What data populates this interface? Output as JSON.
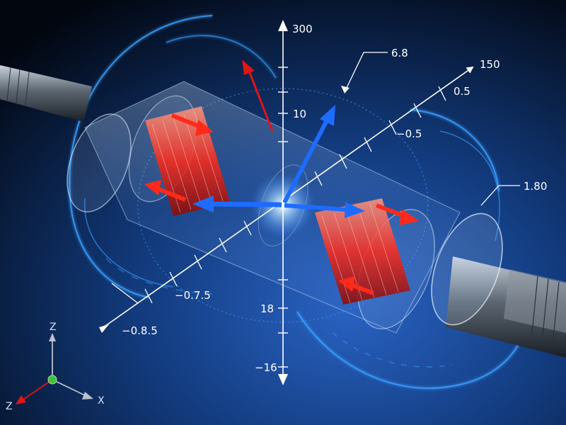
{
  "vertical_axis": {
    "top_label": "300",
    "ticks": [
      "10",
      "18",
      "−16"
    ]
  },
  "callouts": {
    "upper": "6.8",
    "right_end": "1.80"
  },
  "diagonal_axis": {
    "end_label": "150",
    "labels": [
      "0.5",
      "−0.5",
      "−0.7.5",
      "−0.8.5"
    ]
  },
  "triad": {
    "z": "Z",
    "x": "X",
    "y": "Z"
  },
  "colors": {
    "background_top": "#02060f",
    "background_bottom": "#1d4a9a",
    "field_line": "#3aa0ff",
    "force_red": "#e01515",
    "force_blue": "#1e6cff",
    "coil": "#ff3a2a"
  }
}
